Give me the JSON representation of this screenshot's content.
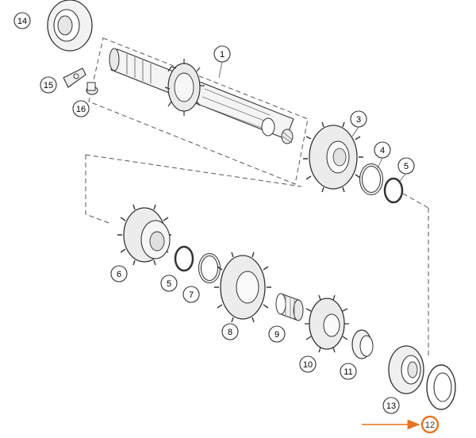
{
  "diagram": {
    "callouts": [
      {
        "id": "c14",
        "label": "14"
      },
      {
        "id": "c1",
        "label": "1"
      },
      {
        "id": "c15",
        "label": "15"
      },
      {
        "id": "c16",
        "label": "16"
      },
      {
        "id": "c3",
        "label": "3"
      },
      {
        "id": "c4",
        "label": "4"
      },
      {
        "id": "c5a",
        "label": "5"
      },
      {
        "id": "c6",
        "label": "6"
      },
      {
        "id": "c5b",
        "label": "5"
      },
      {
        "id": "c7",
        "label": "7"
      },
      {
        "id": "c8",
        "label": "8"
      },
      {
        "id": "c9",
        "label": "9"
      },
      {
        "id": "c10",
        "label": "10"
      },
      {
        "id": "c11",
        "label": "11"
      },
      {
        "id": "c13",
        "label": "13"
      },
      {
        "id": "c12",
        "label": "12"
      }
    ],
    "highlight_color": "#e8731e",
    "line_color": "#333333",
    "part_fill": "#f2f2f2"
  }
}
